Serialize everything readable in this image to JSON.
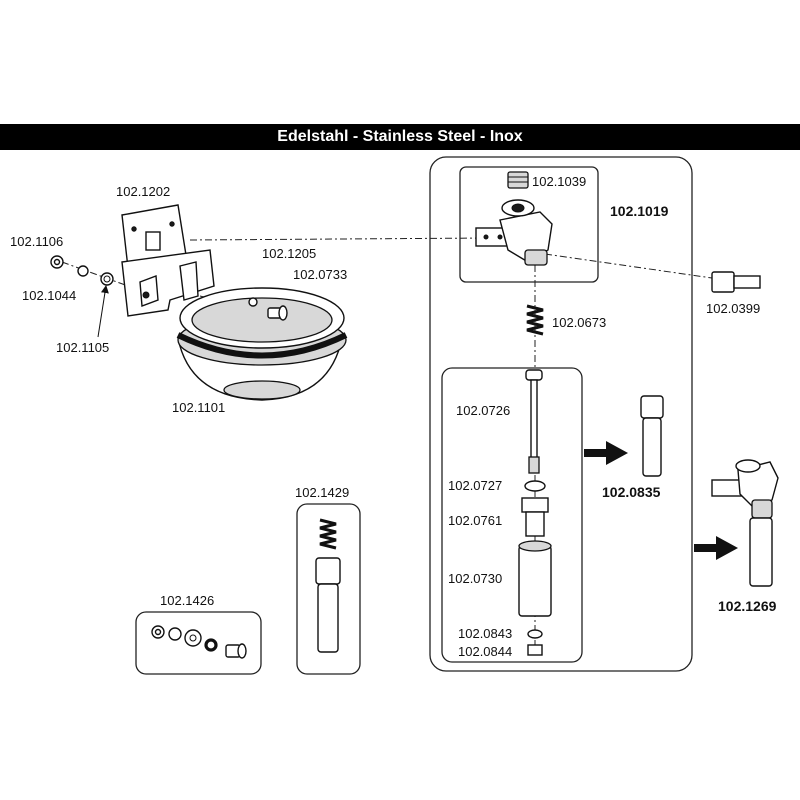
{
  "banner": "Edelstahl - Stainless Steel - Inox",
  "labels": {
    "p1202": "102.1202",
    "p1106": "102.1106",
    "p1044": "102.1044",
    "p1105": "102.1105",
    "p1205": "102.1205",
    "p0733": "102.0733",
    "p1101": "102.1101",
    "p1429": "102.1429",
    "p1426": "102.1426",
    "p1039": "102.1039",
    "p1019": "102.1019",
    "p0399": "102.0399",
    "p0673": "102.0673",
    "p0726": "102.0726",
    "p0727": "102.0727",
    "p0761": "102.0761",
    "p0730": "102.0730",
    "p0843": "102.0843",
    "p0844": "102.0844",
    "p0835": "102.0835",
    "p1269": "102.1269"
  }
}
